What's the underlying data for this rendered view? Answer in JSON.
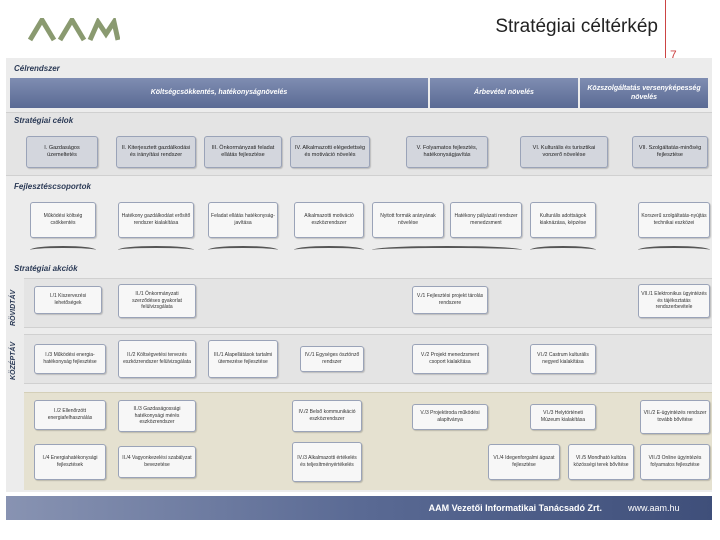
{
  "header": {
    "title": "Stratégiai céltérkép",
    "page_number": "7"
  },
  "sections": {
    "celrendszer": "Célrendszer",
    "strategiai_celok": "Stratégiai célok",
    "fejlesztesi_csoportok": "Fejlesztéscsoportok",
    "strategiai_akciok": "Stratégiai akciók",
    "rovidtav": "RÖVIDTÁV",
    "kozeptav": "KÖZÉPTÁV"
  },
  "celrendszer": [
    "Költségcsökkentés, hatékonyságnövelés",
    "Árbevétel növelés",
    "Közszolgáltatás versenyképesség növelés"
  ],
  "goals": [
    "I. Gazdaságos üzemeltetés",
    "II. Kiterjesztett gazdálkodási és irányítási rendszer",
    "III. Önkormányzati feladat ellátás fejlesztése",
    "IV. Alkalmazotti elégedettség és motiváció növelés",
    "V. Folyamatos fejlesztés, hatékonyságjavítás",
    "VI. Kulturális és turisztikai vonzerő növelése",
    "VII. Szolgáltatás-minőség fejlesztése"
  ],
  "groups": [
    "Működési költség csökkentés",
    "Hatékony gazdálkodást erősítő rendszer kialakítása",
    "Feladat ellátás hatékonyság-javítása",
    "Alkalmazotti motiváció eszközrendszer",
    "Nyitott formák arányának növelése",
    "Hatékony pályázati rendszer menedzsment",
    "Kulturális adottságok kiaknázása, képzése",
    "Korszerű szolgáltatás-nyújtás technikai eszközei"
  ],
  "actions_short": [
    "I./1 Kiszervezési lehetőségek",
    "II./1 Önkormányzati szerződéses gyakorlat felülvizsgálata",
    "V./1 Fejlesztési projekt tárolás rendszere",
    "VII./1 Elektronikus ügyintézés és tájékoztatás rendszerbevitele"
  ],
  "actions_mid": [
    "I./3 Működési energia-hatékonyság fejlesztése",
    "II./2 Költségvetési tervezés eszközrendszer felülvizsgálata",
    "III./1 Alapellátások tartalmi ütemezése fejlesztése",
    "IV./1 Egységes ösztönző rendszer",
    "V./2 Projekt menedzsment csoport kialakítása",
    "VI./2 Castrum kulturális negyed kialakítása"
  ],
  "actions_long": [
    "I./2 Ellenőrzött energiafelhasználás",
    "II./3 Gazdaságossági hatékonysági mérés eszközrendszer",
    "IV./2 Belső kommunikáció eszközrendszer",
    "V./3 Projektiroda működési alapítványa",
    "VI./3 Helytörténeti Múzeum kialakítása",
    "VII./2 E-ügyintézés rendszer tovább bővítése",
    "I./4 Energiahatékonysági fejlesztések",
    "II./4 Vagyonkezelési szabályzat bevezetése",
    "IV./3 Alkalmazotti értékelés és teljesítményértékelés",
    "VI./4 Idegenforgalmi ágazat fejlesztése",
    "VI./5 Mondható kultúra közösségi terek bővítése",
    "VII./3 Online ügyintézés folyamatos fejlesztése"
  ],
  "footer": {
    "company": "AAM Vezetői Informatikai Tanácsadó Zrt.",
    "url": "www.aam.hu"
  },
  "colors": {
    "accent": "#5a6a94",
    "brand_red": "#c44444"
  }
}
